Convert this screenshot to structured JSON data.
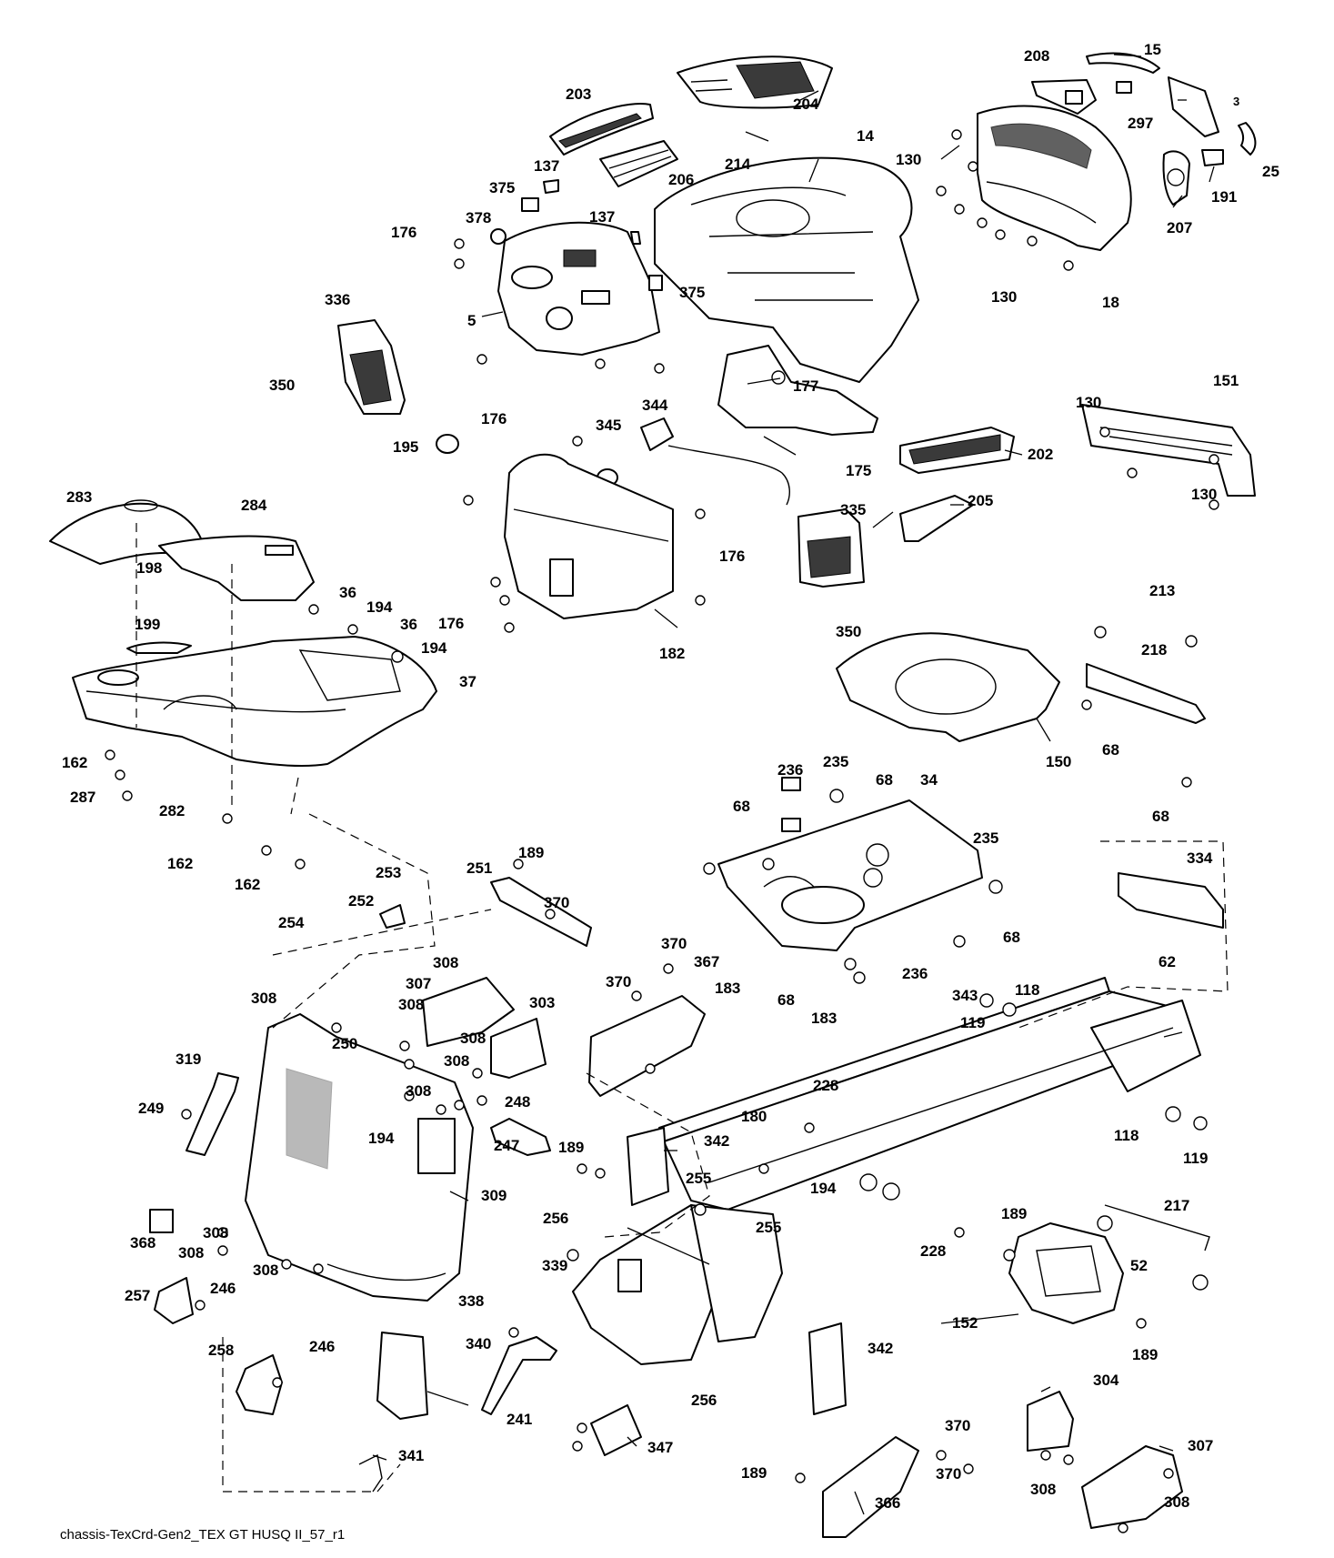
{
  "caption": "chassis-TexCrd-Gen2_TEX GT HUSQ II_57_r1",
  "callouts": [
    {
      "id": "c-15",
      "text": "15"
    },
    {
      "id": "c-208",
      "text": "208"
    },
    {
      "id": "c-3",
      "text": "3"
    },
    {
      "id": "c-297",
      "text": "297"
    },
    {
      "id": "c-25",
      "text": "25"
    },
    {
      "id": "c-191",
      "text": "191"
    },
    {
      "id": "c-207",
      "text": "207"
    },
    {
      "id": "c-204",
      "text": "204"
    },
    {
      "id": "c-203",
      "text": "203"
    },
    {
      "id": "c-14",
      "text": "14"
    },
    {
      "id": "c-130a",
      "text": "130"
    },
    {
      "id": "c-214",
      "text": "214"
    },
    {
      "id": "c-206",
      "text": "206"
    },
    {
      "id": "c-137a",
      "text": "137"
    },
    {
      "id": "c-375a",
      "text": "375"
    },
    {
      "id": "c-378",
      "text": "378"
    },
    {
      "id": "c-137b",
      "text": "137"
    },
    {
      "id": "c-176a",
      "text": "176"
    },
    {
      "id": "c-375b",
      "text": "375"
    },
    {
      "id": "c-130b",
      "text": "130"
    },
    {
      "id": "c-18",
      "text": "18"
    },
    {
      "id": "c-336",
      "text": "336"
    },
    {
      "id": "c-5",
      "text": "5"
    },
    {
      "id": "c-350a",
      "text": "350"
    },
    {
      "id": "c-177",
      "text": "177"
    },
    {
      "id": "c-151",
      "text": "151"
    },
    {
      "id": "c-130c",
      "text": "130"
    },
    {
      "id": "c-176b",
      "text": "176"
    },
    {
      "id": "c-344",
      "text": "344"
    },
    {
      "id": "c-345",
      "text": "345"
    },
    {
      "id": "c-195",
      "text": "195"
    },
    {
      "id": "c-175",
      "text": "175"
    },
    {
      "id": "c-202",
      "text": "202"
    },
    {
      "id": "c-130d",
      "text": "130"
    },
    {
      "id": "c-283",
      "text": "283"
    },
    {
      "id": "c-284",
      "text": "284"
    },
    {
      "id": "c-335",
      "text": "335"
    },
    {
      "id": "c-205",
      "text": "205"
    },
    {
      "id": "c-176c",
      "text": "176"
    },
    {
      "id": "c-198",
      "text": "198"
    },
    {
      "id": "c-36a",
      "text": "36"
    },
    {
      "id": "c-194a",
      "text": "194"
    },
    {
      "id": "c-36b",
      "text": "36"
    },
    {
      "id": "c-199",
      "text": "199"
    },
    {
      "id": "c-176d",
      "text": "176"
    },
    {
      "id": "c-194b",
      "text": "194"
    },
    {
      "id": "c-350b",
      "text": "350"
    },
    {
      "id": "c-213",
      "text": "213"
    },
    {
      "id": "c-182",
      "text": "182"
    },
    {
      "id": "c-218",
      "text": "218"
    },
    {
      "id": "c-37",
      "text": "37"
    },
    {
      "id": "c-68a",
      "text": "68"
    },
    {
      "id": "c-150",
      "text": "150"
    },
    {
      "id": "c-162a",
      "text": "162"
    },
    {
      "id": "c-235a",
      "text": "235"
    },
    {
      "id": "c-236a",
      "text": "236"
    },
    {
      "id": "c-68b",
      "text": "68"
    },
    {
      "id": "c-34",
      "text": "34"
    },
    {
      "id": "c-287",
      "text": "287"
    },
    {
      "id": "c-282",
      "text": "282"
    },
    {
      "id": "c-68c",
      "text": "68"
    },
    {
      "id": "c-68d",
      "text": "68"
    },
    {
      "id": "c-162b",
      "text": "162"
    },
    {
      "id": "c-235b",
      "text": "235"
    },
    {
      "id": "c-189a",
      "text": "189"
    },
    {
      "id": "c-334",
      "text": "334"
    },
    {
      "id": "c-162c",
      "text": "162"
    },
    {
      "id": "c-253",
      "text": "253"
    },
    {
      "id": "c-251",
      "text": "251"
    },
    {
      "id": "c-252",
      "text": "252"
    },
    {
      "id": "c-370a",
      "text": "370"
    },
    {
      "id": "c-254",
      "text": "254"
    },
    {
      "id": "c-62",
      "text": "62"
    },
    {
      "id": "c-68e",
      "text": "68"
    },
    {
      "id": "c-370b",
      "text": "370"
    },
    {
      "id": "c-308a",
      "text": "308"
    },
    {
      "id": "c-236b",
      "text": "236"
    },
    {
      "id": "c-367",
      "text": "367"
    },
    {
      "id": "c-183a",
      "text": "183"
    },
    {
      "id": "c-307a",
      "text": "307"
    },
    {
      "id": "c-370c",
      "text": "370"
    },
    {
      "id": "c-68f",
      "text": "68"
    },
    {
      "id": "c-343",
      "text": "343"
    },
    {
      "id": "c-118a",
      "text": "118"
    },
    {
      "id": "c-308b",
      "text": "308"
    },
    {
      "id": "c-308c",
      "text": "308"
    },
    {
      "id": "c-303",
      "text": "303"
    },
    {
      "id": "c-183b",
      "text": "183"
    },
    {
      "id": "c-119a",
      "text": "119"
    },
    {
      "id": "c-250",
      "text": "250"
    },
    {
      "id": "c-308d",
      "text": "308"
    },
    {
      "id": "c-319",
      "text": "319"
    },
    {
      "id": "c-308e",
      "text": "308"
    },
    {
      "id": "c-308f",
      "text": "308"
    },
    {
      "id": "c-228a",
      "text": "228"
    },
    {
      "id": "c-249",
      "text": "249"
    },
    {
      "id": "c-248",
      "text": "248"
    },
    {
      "id": "c-180",
      "text": "180"
    },
    {
      "id": "c-118b",
      "text": "118"
    },
    {
      "id": "c-194c",
      "text": "194"
    },
    {
      "id": "c-247",
      "text": "247"
    },
    {
      "id": "c-342a",
      "text": "342"
    },
    {
      "id": "c-119b",
      "text": "119"
    },
    {
      "id": "c-189b",
      "text": "189"
    },
    {
      "id": "c-194d",
      "text": "194"
    },
    {
      "id": "c-255a",
      "text": "255"
    },
    {
      "id": "c-309",
      "text": "309"
    },
    {
      "id": "c-217",
      "text": "217"
    },
    {
      "id": "c-256a",
      "text": "256"
    },
    {
      "id": "c-189c",
      "text": "189"
    },
    {
      "id": "c-255b",
      "text": "255"
    },
    {
      "id": "c-228b",
      "text": "228"
    },
    {
      "id": "c-308g",
      "text": "308"
    },
    {
      "id": "c-368",
      "text": "368"
    },
    {
      "id": "c-308h",
      "text": "308"
    },
    {
      "id": "c-52",
      "text": "52"
    },
    {
      "id": "c-339",
      "text": "339"
    },
    {
      "id": "c-308i",
      "text": "308"
    },
    {
      "id": "c-257",
      "text": "257"
    },
    {
      "id": "c-246a",
      "text": "246"
    },
    {
      "id": "c-338",
      "text": "338"
    },
    {
      "id": "c-152",
      "text": "152"
    },
    {
      "id": "c-189d",
      "text": "189"
    },
    {
      "id": "c-342b",
      "text": "342"
    },
    {
      "id": "c-258",
      "text": "258"
    },
    {
      "id": "c-246b",
      "text": "246"
    },
    {
      "id": "c-340",
      "text": "340"
    },
    {
      "id": "c-256b",
      "text": "256"
    },
    {
      "id": "c-304",
      "text": "304"
    },
    {
      "id": "c-241",
      "text": "241"
    },
    {
      "id": "c-370d",
      "text": "370"
    },
    {
      "id": "c-347",
      "text": "347"
    },
    {
      "id": "c-341",
      "text": "341"
    },
    {
      "id": "c-307b",
      "text": "307"
    },
    {
      "id": "c-189e",
      "text": "189"
    },
    {
      "id": "c-370e",
      "text": "370"
    },
    {
      "id": "c-308j",
      "text": "308"
    },
    {
      "id": "c-366",
      "text": "366"
    },
    {
      "id": "c-308k",
      "text": "308"
    }
  ]
}
